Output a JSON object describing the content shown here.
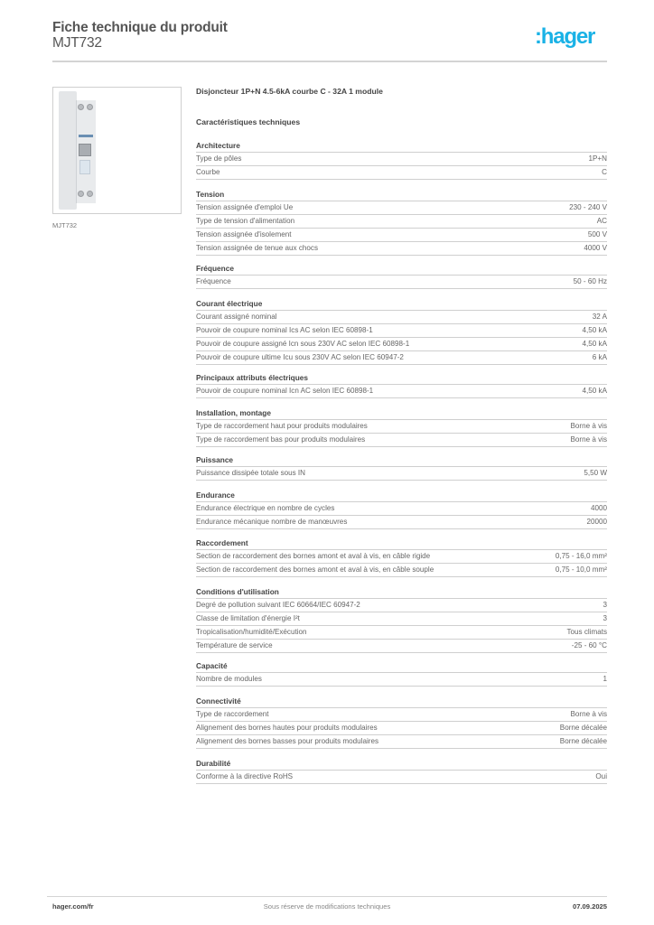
{
  "header": {
    "title": "Fiche technique du produit",
    "code": "MJT732",
    "logo": ":hager",
    "logo_color": "#1ab2e6"
  },
  "product": {
    "image_caption": "MJT732",
    "title": "Disjoncteur 1P+N 4.5-6kA courbe C - 32A 1 module"
  },
  "specs_title": "Caractéristiques techniques",
  "sections": [
    {
      "title": "Architecture",
      "rows": [
        {
          "label": "Type de pôles",
          "value": "1P+N"
        },
        {
          "label": "Courbe",
          "value": "C"
        }
      ]
    },
    {
      "title": "Tension",
      "rows": [
        {
          "label": "Tension assignée d'emploi Ue",
          "value": "230 - 240 V"
        },
        {
          "label": "Type de tension d'alimentation",
          "value": "AC"
        },
        {
          "label": "Tension assignée d'isolement",
          "value": "500 V"
        },
        {
          "label": "Tension assignée de tenue aux chocs",
          "value": "4000 V"
        }
      ]
    },
    {
      "title": "Fréquence",
      "rows": [
        {
          "label": "Fréquence",
          "value": "50 - 60 Hz"
        }
      ]
    },
    {
      "title": "Courant électrique",
      "rows": [
        {
          "label": "Courant assigné nominal",
          "value": "32 A"
        },
        {
          "label": "Pouvoir de coupure nominal Ics AC selon IEC 60898-1",
          "value": "4,50 kA"
        },
        {
          "label": "Pouvoir de coupure assigné Icn sous 230V AC selon IEC 60898-1",
          "value": "4,50 kA"
        },
        {
          "label": "Pouvoir de coupure ultime Icu sous 230V AC selon IEC 60947-2",
          "value": "6 kA"
        }
      ]
    },
    {
      "title": "Principaux attributs électriques",
      "rows": [
        {
          "label": "Pouvoir de coupure nominal Icn AC selon IEC 60898-1",
          "value": "4,50 kA"
        }
      ]
    },
    {
      "title": "Installation, montage",
      "rows": [
        {
          "label": "Type de raccordement haut pour produits modulaires",
          "value": "Borne à vis"
        },
        {
          "label": "Type de raccordement bas pour produits modulaires",
          "value": "Borne à vis"
        }
      ]
    },
    {
      "title": "Puissance",
      "rows": [
        {
          "label": "Puissance dissipée totale sous IN",
          "value": "5,50 W"
        }
      ]
    },
    {
      "title": "Endurance",
      "rows": [
        {
          "label": "Endurance électrique en nombre de cycles",
          "value": "4000"
        },
        {
          "label": "Endurance mécanique nombre de manœuvres",
          "value": "20000"
        }
      ]
    },
    {
      "title": "Raccordement",
      "rows": [
        {
          "label": "Section de raccordement des bornes amont et aval à vis, en câble rigide",
          "value": "0,75 - 16,0 mm²"
        },
        {
          "label": "Section de raccordement des bornes amont et aval à vis, en câble souple",
          "value": "0,75 - 10,0 mm²"
        }
      ]
    },
    {
      "title": "Conditions d'utilisation",
      "rows": [
        {
          "label": "Degré de pollution suivant IEC 60664/IEC 60947-2",
          "value": "3"
        },
        {
          "label": "Classe de limitation d'énergie I²t",
          "value": "3"
        },
        {
          "label": "Tropicalisation/humidité/Exécution",
          "value": "Tous climats"
        },
        {
          "label": "Température de service",
          "value": "-25 - 60 °C"
        }
      ]
    },
    {
      "title": "Capacité",
      "rows": [
        {
          "label": "Nombre de modules",
          "value": "1"
        }
      ]
    },
    {
      "title": "Connectivité",
      "rows": [
        {
          "label": "Type de raccordement",
          "value": "Borne à vis"
        },
        {
          "label": "Alignement des bornes hautes pour produits modulaires",
          "value": "Borne décalée"
        },
        {
          "label": "Alignement des bornes basses pour produits modulaires",
          "value": "Borne décalée"
        }
      ]
    },
    {
      "title": "Durabilité",
      "rows": [
        {
          "label": "Conforme à la directive RoHS",
          "value": "Oui"
        }
      ]
    }
  ],
  "footer": {
    "website": "hager.com/fr",
    "notice": "Sous réserve de modifications techniques",
    "date": "07.09.2025"
  }
}
